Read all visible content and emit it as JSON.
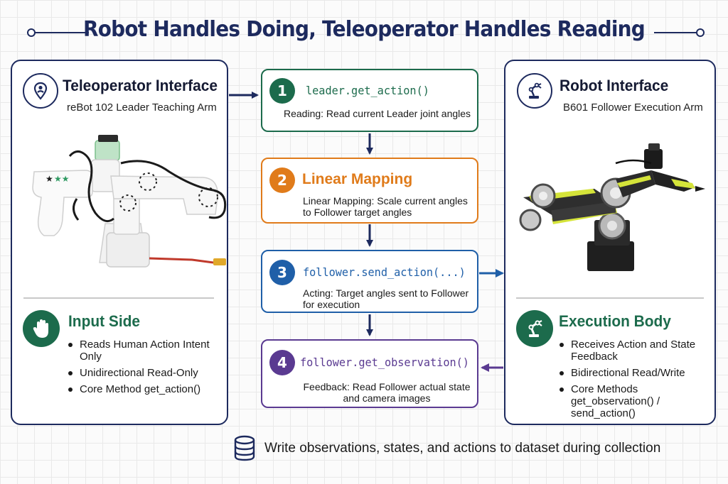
{
  "title": "Robot Handles Doing, Teleoperator Handles Reading",
  "left_panel": {
    "title": "Teleoperator Interface",
    "subtitle": "reBot 102 Leader Teaching Arm",
    "icon": "person-pin-icon",
    "image": "leader-teaching-arm",
    "section_title": "Input Side",
    "section_icon": "hand-icon",
    "bullets": [
      "Reads Human Action Intent Only",
      "Unidirectional Read-Only",
      "Core Method get_action()"
    ]
  },
  "right_panel": {
    "title": "Robot Interface",
    "subtitle": "B601 Follower Execution Arm",
    "icon": "robot-arm-icon",
    "image": "follower-execution-arm",
    "section_title": "Execution Body",
    "section_icon": "robot-arm-icon",
    "bullets": [
      "Receives Action and State Feedback",
      "Bidirectional Read/Write",
      "Core Methods get_observation() / send_action()"
    ]
  },
  "steps": [
    {
      "number": "1",
      "label": "leader.get_action()",
      "description": "Reading: Read current Leader joint angles",
      "color": "#1c6b4c"
    },
    {
      "number": "2",
      "label": "Linear Mapping",
      "description": "Linear Mapping: Scale current angles to Follower target angles",
      "color": "#e07b1a"
    },
    {
      "number": "3",
      "label": "follower.send_action(...)",
      "description": "Acting: Target angles sent to Follower for execution",
      "color": "#1f5fa8"
    },
    {
      "number": "4",
      "label": "follower.get_observation()",
      "description": "Feedback: Read Follower actual state and camera images",
      "color": "#5a3a91"
    }
  ],
  "footer": {
    "icon": "database-icon",
    "text": "Write observations, states, and actions to dataset during collection"
  },
  "colors": {
    "navy": "#1d2a5e",
    "green": "#1c6b4c",
    "orange": "#e07b1a",
    "blue": "#1f5fa8",
    "purple": "#5a3a91"
  }
}
